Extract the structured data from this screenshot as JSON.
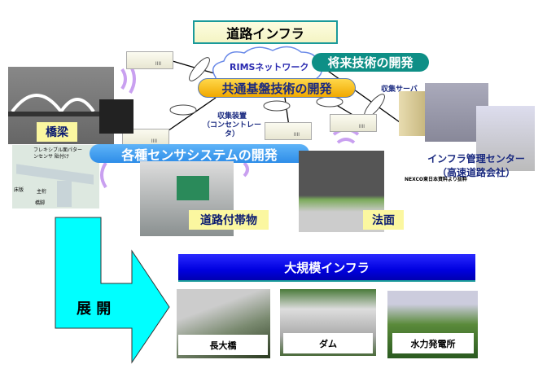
{
  "title": "道路インフラ",
  "network": "RIMSネットワーク",
  "future_tech": "将来技術の開発",
  "common_tech": "共通基盤技術の開発",
  "sensor_dev": "各種センサシステムの開発",
  "collector_server": "収集サーバ",
  "collector_device": {
    "line1": "収集装置",
    "line2": "（コンセントレータ）"
  },
  "categories": {
    "bridge": "橋梁",
    "road_fixtures": "道路付帯物",
    "slope": "法面"
  },
  "bridge_diagram": {
    "sensor": "フレキシブル面パターンセンサ 貼付け",
    "deck": "床版",
    "girder": "主桁",
    "pier": "橋脚"
  },
  "credit": "NEXCO東日本資料より抜粋",
  "center": {
    "line1": "インフラ管理センター",
    "line2": "（高速道路会社）"
  },
  "expand": "展 開",
  "large_infra": {
    "title": "大規模インフラ",
    "items": [
      "長大橋",
      "ダム",
      "水力発電所"
    ]
  },
  "colors": {
    "arrow": "#00ffff",
    "blue_bar": "#0000e0",
    "future": "#0e8f86",
    "sensor": "#2e8de8",
    "common": "#f0b800"
  }
}
